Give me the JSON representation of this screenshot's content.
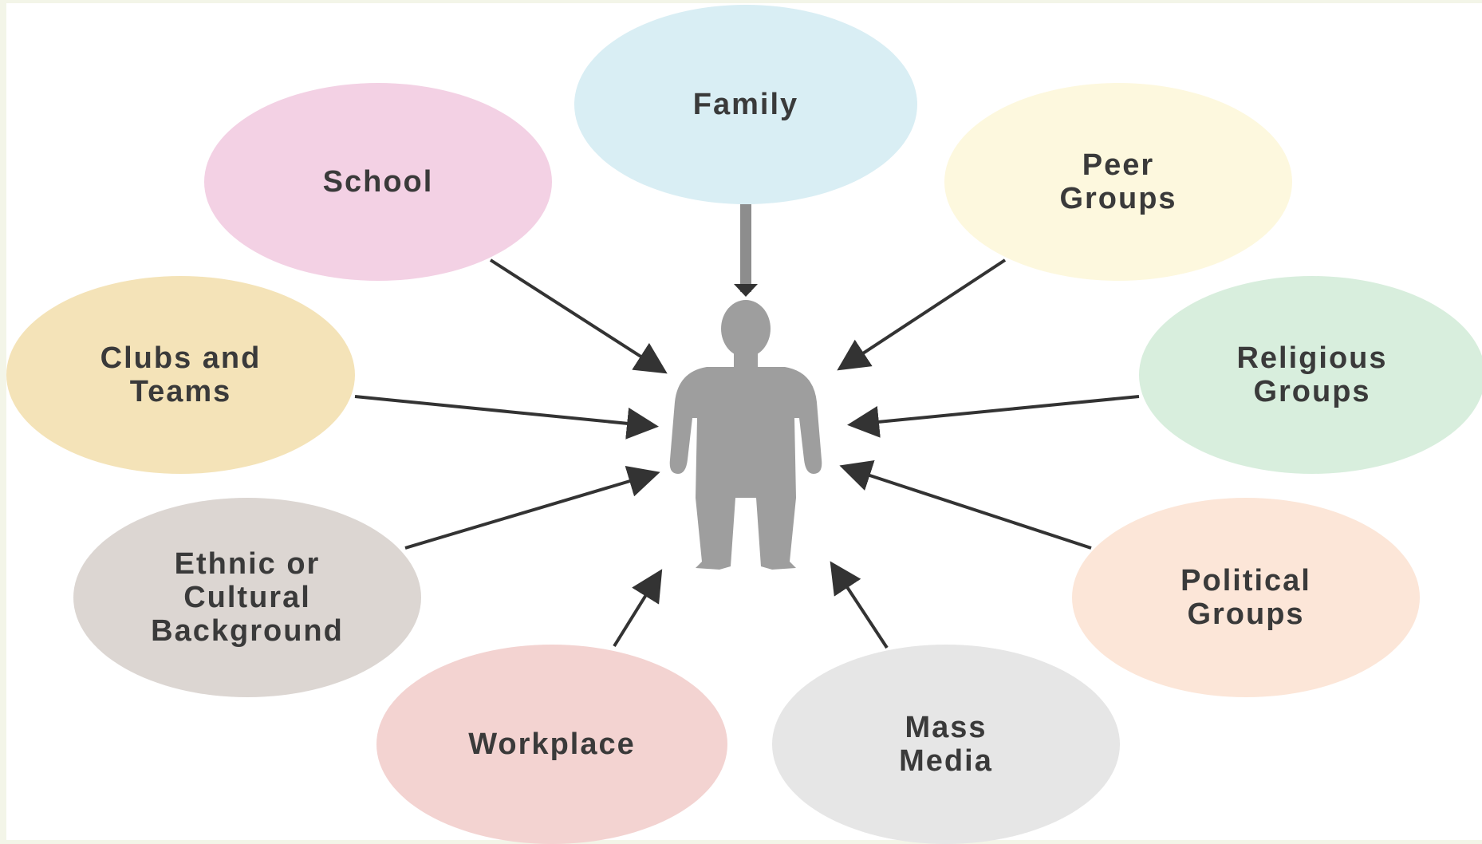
{
  "diagram": {
    "center": {
      "icon": "person-icon"
    },
    "agents": [
      {
        "key": "family",
        "label": "Family",
        "color": "#d9eef4"
      },
      {
        "key": "school",
        "label": "School",
        "color": "#f3d1e4"
      },
      {
        "key": "peer-groups",
        "label": "Peer\nGroups",
        "color": "#fdf8de"
      },
      {
        "key": "clubs-and-teams",
        "label": "Clubs and\nTeams",
        "color": "#f4e3b8"
      },
      {
        "key": "religious-groups",
        "label": "Religious\nGroups",
        "color": "#d8eedd"
      },
      {
        "key": "ethnic-or-cultural-background",
        "label": "Ethnic or\nCultural\nBackground",
        "color": "#dcd6d2"
      },
      {
        "key": "political-groups",
        "label": "Political\nGroups",
        "color": "#fce6d8"
      },
      {
        "key": "workplace",
        "label": "Workplace",
        "color": "#f3d3d1"
      },
      {
        "key": "mass-media",
        "label": "Mass\nMedia",
        "color": "#e6e6e6"
      }
    ],
    "arrow_color": "#333333",
    "person_color": "#9e9e9e"
  }
}
